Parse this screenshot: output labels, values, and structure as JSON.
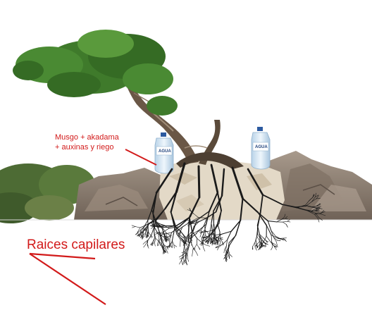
{
  "labels": {
    "moss_line_1": "Musgo + akadama",
    "moss_line_2": "+ auxinas y riego",
    "roots": "Raices capilares",
    "bottle_text": "AGUA"
  },
  "colors": {
    "annotation": "#d21a1a",
    "foliage": "#3f7a2b",
    "trunk": "#5a4a3a",
    "rock": "#8a7a6c",
    "soil": "#e3d9c7",
    "root": "#1a1a1a",
    "bottle": "#cfe3f2"
  }
}
